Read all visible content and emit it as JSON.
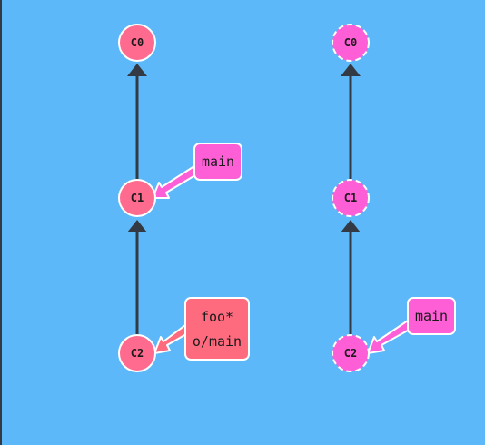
{
  "colors": {
    "background": "#5cb8f8",
    "local_commit": "#ff6b8f",
    "remote_commit": "#ff5fd6",
    "local_branch": "#ff6b7e",
    "remote_branch": "#ff5fd6",
    "edge": "#333a44",
    "stroke": "#ffffff"
  },
  "left_tree": {
    "commits": [
      {
        "id": "C0"
      },
      {
        "id": "C1"
      },
      {
        "id": "C2"
      }
    ],
    "branches": [
      {
        "lines": [
          "main"
        ]
      },
      {
        "lines": [
          "foo*",
          "o/main"
        ]
      }
    ]
  },
  "right_tree": {
    "commits": [
      {
        "id": "C0"
      },
      {
        "id": "C1"
      },
      {
        "id": "C2"
      }
    ],
    "branches": [
      {
        "lines": [
          "main"
        ]
      }
    ]
  }
}
